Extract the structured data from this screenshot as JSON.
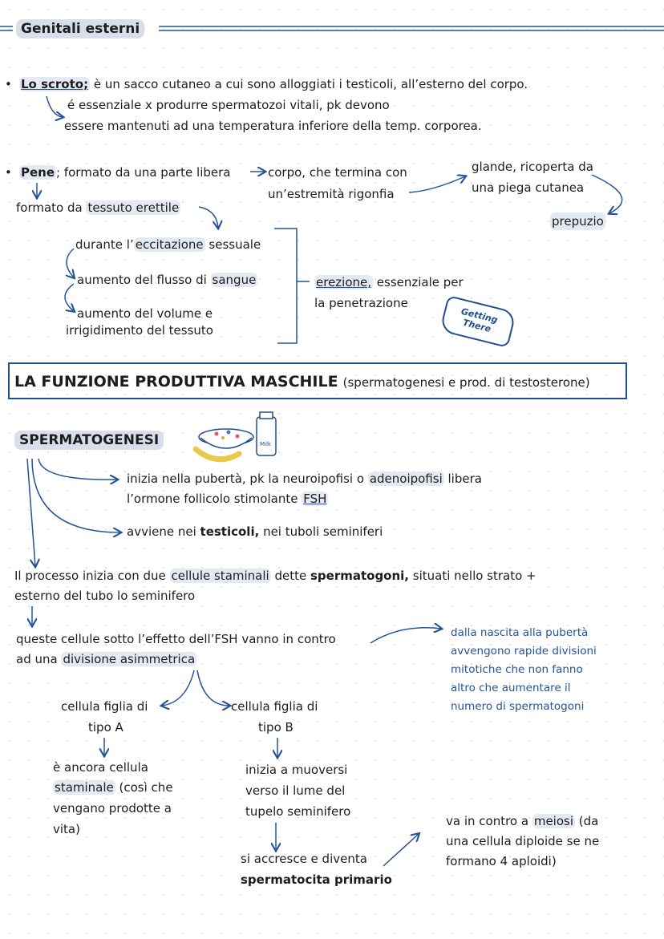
{
  "header": {
    "title": "Genitali esterni"
  },
  "scroto": {
    "term": "Lo scroto;",
    "desc": "è un sacco cutaneo a cui sono alloggiati i testicoli, all’esterno del corpo.",
    "note1": "é essenziale x produrre spermatozoi vitali, pk devono",
    "note2": "essere mantenuti ad una temperatura inferiore della temp. corporea."
  },
  "pene": {
    "term": "Pene",
    "desc": "; formato da una parte libera",
    "corpo1": "corpo, che termina con",
    "corpo2": "un’estremità rigonfia",
    "glande1": "glande, ricoperta da",
    "glande2": "una piega cutanea",
    "prepuzio": "prepuzio",
    "tessuto_pre": "formato da ",
    "tessuto": "tessuto erettile",
    "step1_pre": "durante l’",
    "step1_hl": "eccitazione",
    "step1_post": " sessuale",
    "step2_pre": "aumento del flusso di ",
    "step2_hl": "sangue",
    "step3a": "aumento del volume e",
    "step3b": "irrigidimento del tessuto",
    "erezione": "erezione,",
    "erezione_post": " essenziale per",
    "erezione2": "la penetrazione"
  },
  "sticker": {
    "line1": "Getting",
    "line2": "There"
  },
  "section": {
    "title": "LA FUNZIONE PRODUTTIVA MASCHILE",
    "subtitle": "(spermatogenesi e prod. di testosterone)"
  },
  "sperm": {
    "title": "SPERMATOGENESI",
    "milk_label": "Milk",
    "inizia1_pre": "inizia nella pubertà, pk la neuroipofisi o ",
    "inizia1_hl": "adenoipofisi",
    "inizia1_post": " libera",
    "inizia2_pre": "l’ormone follicolo stimolante ",
    "inizia2_hl": "FSH",
    "avviene_pre": "avviene nei ",
    "avviene_b": "testicoli,",
    "avviene_post": " nei tuboli seminiferi",
    "proc1_pre": "Il processo inizia con due ",
    "proc1_hl": "cellule staminali",
    "proc1_mid": " dette ",
    "proc1_b": "spermatogoni,",
    "proc1_post": " situati nello strato +",
    "proc2": "esterno del tubo lo seminifero",
    "queste1": "queste cellule sotto l’effetto dell’FSH vanno in contro",
    "queste2_pre": "ad una ",
    "queste2_hl": "divisione asimmetrica",
    "dalla": [
      "dalla nascita alla pubertà",
      "avvengono rapide divisioni",
      "mitotiche che non fanno",
      "altro che aumentare il",
      "numero di spermatogoni"
    ],
    "figliaA1": "cellula figlia di",
    "figliaA2": "tipo A",
    "figliaB1": "cellula figlia di",
    "figliaB2": "tipo B",
    "ancora1": "è ancora cellula",
    "ancora2_hl": "staminale",
    "ancora2_post": " (così che",
    "ancora3": "vengano prodotte a",
    "ancora4": "vita)",
    "muov1": "inizia a muoversi",
    "muov2": "verso il lume del",
    "muov3": "tupelo seminifero",
    "accresce": "si accresce e diventa",
    "primario": "spermatocita primario",
    "meiosi1_pre": "va in contro a ",
    "meiosi1_hl": "meiosi",
    "meiosi1_post": " (da",
    "meiosi2": "una cellula diploide se ne",
    "meiosi3": "formano 4 aploidi)"
  },
  "colors": {
    "accent": "#24539a",
    "highlight": "#e4e9f2",
    "box": "#1f4f8f"
  }
}
